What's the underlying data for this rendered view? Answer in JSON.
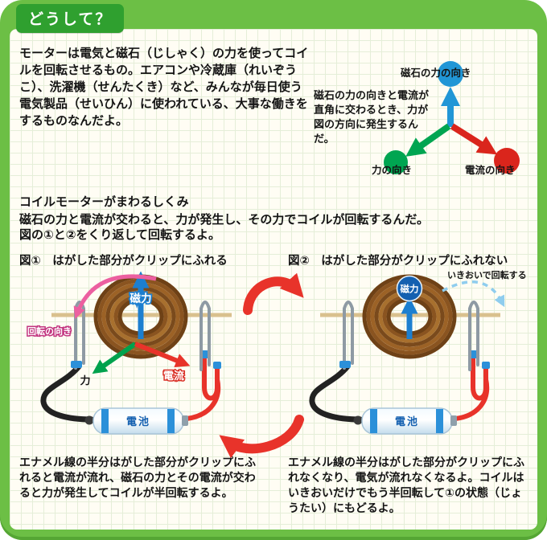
{
  "page": {
    "title": "どうして？"
  },
  "intro": {
    "text": "モーターは電気と磁石（じしゃく）の力を使ってコイルを回転させるもの。エアコンや冷蔵庫（れいぞうこ）、洗濯機（せんたくき）など、みんなが毎日使う電気製品（せいひん）に使われている、大事な働きをするものなんだよ。"
  },
  "force_diagram": {
    "note": "磁石の力の向きと電流が直角に交わるとき、力が図の方向に発生するんだ。",
    "magnet_label": "磁石の力の向き",
    "force_label": "力の向き",
    "current_label": "電流の向き",
    "colors": {
      "magnet": "#2196d6",
      "force": "#00a551",
      "current": "#da251c"
    }
  },
  "mechanism": {
    "heading": "コイルモーターがまわるしくみ",
    "line1": "磁石の力と電流が交わると、力が発生し、その力でコイルが回転するんだ。",
    "line2": "図の①と②をくり返して回転するよ。"
  },
  "figure1": {
    "caption": "図①　はがした部分がクリップにふれる",
    "magnetic_label": "磁力",
    "rotation_label": "回転の向き",
    "force_label": "力",
    "current_label": "電流",
    "battery_label": "電池",
    "note": "エナメル線の半分はがした部分がクリップにふれると電流が流れ、磁石の力とその電流が交わると力が発生してコイルが半回転するよ。"
  },
  "figure2": {
    "caption": "図②　はがした部分がクリップにふれない",
    "magnetic_label": "磁力",
    "momentum_label": "いきおいで回転する",
    "battery_label": "電池",
    "note": "エナメル線の半分はがした部分がクリップにふれなくなり、電気が流れなくなるよ。コイルはいきおいだけでもう半回転して①の状態（じょうたい）にもどるよ。"
  }
}
